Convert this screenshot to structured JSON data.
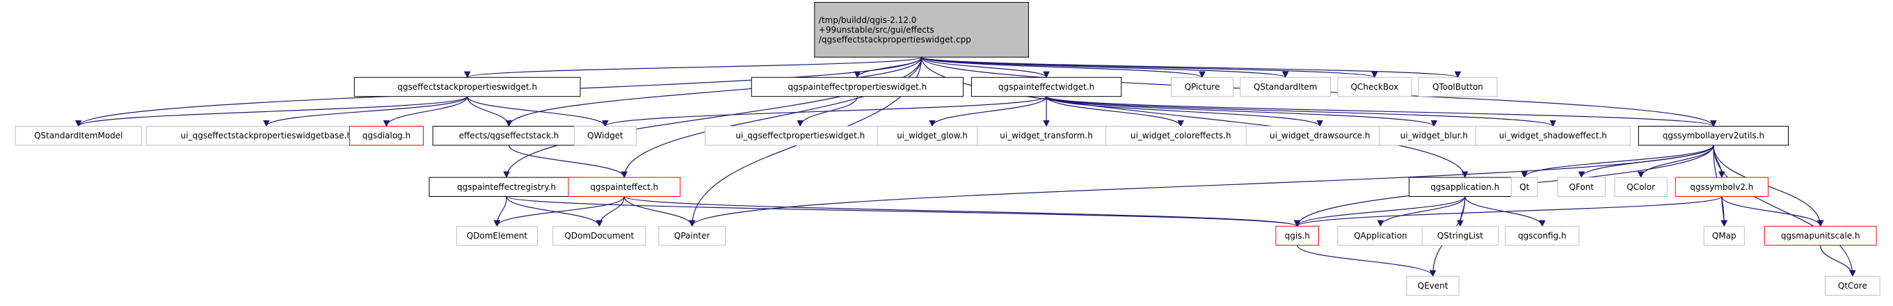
{
  "graph": {
    "colors": {
      "root_fill": "#bfbfbf",
      "border_normal": "#000000",
      "border_grey": "#bfbfbf",
      "border_red": "#ff0000",
      "edge_blue": "#191970",
      "edge_grey": "#a9a9a9",
      "node_fill": "#ffffff"
    },
    "nodes": [
      {
        "id": "root",
        "lines": [
          "/tmp/buildd/qgis-2.12.0",
          "+99unstable/src/gui/effects",
          "/qgseffectstackpropertieswidget.cpp"
        ],
        "style": "root"
      },
      {
        "id": "stackpropsh",
        "lines": [
          "qgseffectstackpropertieswidget.h"
        ],
        "style": "normal"
      },
      {
        "id": "painteffpropsh",
        "lines": [
          "qgspainteffectpropertieswidget.h"
        ],
        "style": "normal"
      },
      {
        "id": "painteffwidgeth",
        "lines": [
          "qgspainteffectwidget.h"
        ],
        "style": "normal"
      },
      {
        "id": "qpicture",
        "lines": [
          "QPicture"
        ],
        "style": "grey"
      },
      {
        "id": "qstandarditem",
        "lines": [
          "QStandardItem"
        ],
        "style": "grey"
      },
      {
        "id": "qcheckbox",
        "lines": [
          "QCheckBox"
        ],
        "style": "grey"
      },
      {
        "id": "qtoolbutton",
        "lines": [
          "QToolButton"
        ],
        "style": "grey"
      },
      {
        "id": "qstandarditemmodel",
        "lines": [
          "QStandardItemModel"
        ],
        "style": "grey"
      },
      {
        "id": "uistackbase",
        "lines": [
          "ui_qgseffectstackpropertieswidgetbase.h"
        ],
        "style": "grey"
      },
      {
        "id": "qgsdialog",
        "lines": [
          "qgsdialog.h"
        ],
        "style": "red"
      },
      {
        "id": "effectstack",
        "lines": [
          "effects/qgseffectstack.h"
        ],
        "style": "normal"
      },
      {
        "id": "qwidget",
        "lines": [
          "QWidget"
        ],
        "style": "grey"
      },
      {
        "id": "uipainteffprops",
        "lines": [
          "ui_qgseffectpropertieswidget.h"
        ],
        "style": "grey"
      },
      {
        "id": "uiglow",
        "lines": [
          "ui_widget_glow.h"
        ],
        "style": "grey"
      },
      {
        "id": "uitransform",
        "lines": [
          "ui_widget_transform.h"
        ],
        "style": "grey"
      },
      {
        "id": "uicoloreffects",
        "lines": [
          "ui_widget_coloreffects.h"
        ],
        "style": "grey"
      },
      {
        "id": "uidrawsource",
        "lines": [
          "ui_widget_drawsource.h"
        ],
        "style": "grey"
      },
      {
        "id": "uiblur",
        "lines": [
          "ui_widget_blur.h"
        ],
        "style": "grey"
      },
      {
        "id": "uishadow",
        "lines": [
          "ui_widget_shadoweffect.h"
        ],
        "style": "grey"
      },
      {
        "id": "symlayerutils",
        "lines": [
          "qgssymbollayerv2utils.h"
        ],
        "style": "normal"
      },
      {
        "id": "painteffreg",
        "lines": [
          "qgspainteffectregistry.h"
        ],
        "style": "normal"
      },
      {
        "id": "painteffect",
        "lines": [
          "qgspainteffect.h"
        ],
        "style": "red"
      },
      {
        "id": "qgsapplication",
        "lines": [
          "qgsapplication.h"
        ],
        "style": "normal"
      },
      {
        "id": "qt",
        "lines": [
          "Qt"
        ],
        "style": "grey"
      },
      {
        "id": "qfont",
        "lines": [
          "QFont"
        ],
        "style": "grey"
      },
      {
        "id": "qcolor",
        "lines": [
          "QColor"
        ],
        "style": "grey"
      },
      {
        "id": "qgssymbolv2",
        "lines": [
          "qgssymbolv2.h"
        ],
        "style": "red"
      },
      {
        "id": "qdomelement",
        "lines": [
          "QDomElement"
        ],
        "style": "grey"
      },
      {
        "id": "qdomdocument",
        "lines": [
          "QDomDocument"
        ],
        "style": "grey"
      },
      {
        "id": "qpainter",
        "lines": [
          "QPainter"
        ],
        "style": "grey"
      },
      {
        "id": "qgis",
        "lines": [
          "qgis.h"
        ],
        "style": "red"
      },
      {
        "id": "qapplication",
        "lines": [
          "QApplication"
        ],
        "style": "grey"
      },
      {
        "id": "qstringlist",
        "lines": [
          "QStringList"
        ],
        "style": "grey"
      },
      {
        "id": "qgsconfig",
        "lines": [
          "qgsconfig.h"
        ],
        "style": "grey"
      },
      {
        "id": "qmap",
        "lines": [
          "QMap"
        ],
        "style": "grey"
      },
      {
        "id": "qgsmapunitscale",
        "lines": [
          "qgsmapunitscale.h"
        ],
        "style": "red"
      },
      {
        "id": "qevent",
        "lines": [
          "QEvent"
        ],
        "style": "grey"
      },
      {
        "id": "qtcore",
        "lines": [
          "QtCore"
        ],
        "style": "grey"
      }
    ],
    "edges": [
      [
        "root",
        "stackpropsh"
      ],
      [
        "root",
        "painteffpropsh"
      ],
      [
        "root",
        "painteffwidgeth"
      ],
      [
        "root",
        "qpicture"
      ],
      [
        "root",
        "qstandarditem"
      ],
      [
        "root",
        "qcheckbox"
      ],
      [
        "root",
        "qtoolbutton"
      ],
      [
        "root",
        "qstandarditemmodel"
      ],
      [
        "root",
        "effectstack"
      ],
      [
        "root",
        "painteffect"
      ],
      [
        "root",
        "qpainter"
      ],
      [
        "root",
        "painteffreg"
      ],
      [
        "root",
        "symlayerutils"
      ],
      [
        "root",
        "qgsapplication"
      ],
      [
        "stackpropsh",
        "qstandarditemmodel"
      ],
      [
        "stackpropsh",
        "uistackbase"
      ],
      [
        "stackpropsh",
        "qgsdialog"
      ],
      [
        "stackpropsh",
        "effectstack"
      ],
      [
        "stackpropsh",
        "qwidget"
      ],
      [
        "painteffpropsh",
        "uipainteffprops"
      ],
      [
        "painteffwidgeth",
        "qwidget"
      ],
      [
        "painteffwidgeth",
        "uiglow"
      ],
      [
        "painteffwidgeth",
        "uitransform"
      ],
      [
        "painteffwidgeth",
        "uicoloreffects"
      ],
      [
        "painteffwidgeth",
        "uidrawsource"
      ],
      [
        "painteffwidgeth",
        "uiblur"
      ],
      [
        "painteffwidgeth",
        "uishadow"
      ],
      [
        "painteffwidgeth",
        "symlayerutils"
      ],
      [
        "effectstack",
        "painteffect"
      ],
      [
        "painteffreg",
        "qdomelement"
      ],
      [
        "painteffreg",
        "qdomdocument"
      ],
      [
        "painteffreg",
        "qgis"
      ],
      [
        "painteffect",
        "qdomelement"
      ],
      [
        "painteffect",
        "qdomdocument"
      ],
      [
        "painteffect",
        "qpainter"
      ],
      [
        "painteffect",
        "qgis"
      ],
      [
        "symlayerutils",
        "qgis"
      ],
      [
        "symlayerutils",
        "qpainter"
      ],
      [
        "symlayerutils",
        "qt"
      ],
      [
        "symlayerutils",
        "qfont"
      ],
      [
        "symlayerutils",
        "qcolor"
      ],
      [
        "symlayerutils",
        "qgssymbolv2"
      ],
      [
        "symlayerutils",
        "qmap"
      ],
      [
        "symlayerutils",
        "qgsmapunitscale"
      ],
      [
        "symlayerutils",
        "qtcore"
      ],
      [
        "qgsapplication",
        "qgis"
      ],
      [
        "qgsapplication",
        "qapplication"
      ],
      [
        "qgsapplication",
        "qstringlist"
      ],
      [
        "qgsapplication",
        "qgsconfig"
      ],
      [
        "qgsapplication",
        "qevent"
      ],
      [
        "qgssymbolv2",
        "qgis"
      ],
      [
        "qgssymbolv2",
        "qmap"
      ],
      [
        "qgssymbolv2",
        "qgsmapunitscale"
      ],
      [
        "qgsmapunitscale",
        "qtcore"
      ],
      [
        "qgis",
        "qevent"
      ]
    ]
  }
}
